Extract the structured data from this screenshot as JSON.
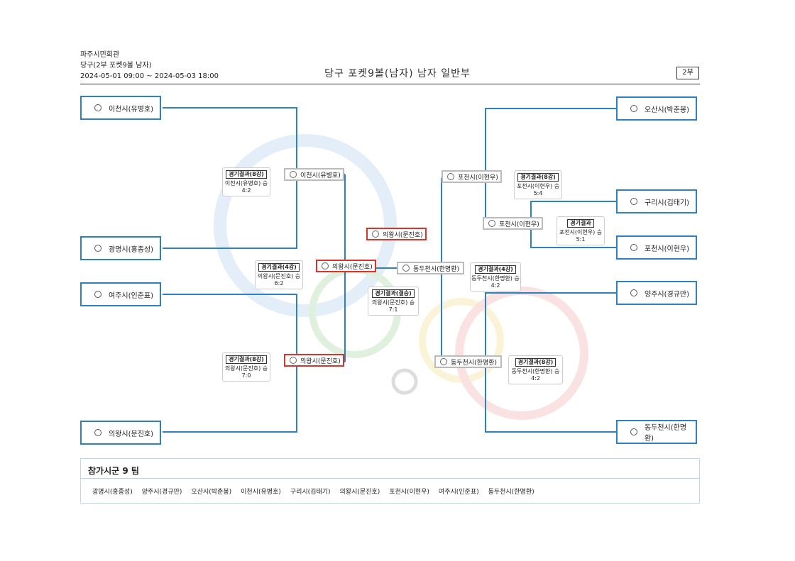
{
  "header": {
    "venue": "파주시민회관",
    "event": "당구(2부 포켓9볼 남자)",
    "dates": "2024-05-01 09:00 ~ 2024-05-03 18:00",
    "title": "당구 포켓9볼(남자) 남자 일반부",
    "part": "2부"
  },
  "teams": {
    "icheon": "이천시(유병호)",
    "gwangmyeong": "광명시(홍종성)",
    "yeoju": "여주시(인준표)",
    "uiwang": "의왕시(문진호)",
    "osan": "오산시(박춘봉)",
    "guri": "구리시(김태기)",
    "pocheon": "포천시(이현우)",
    "yangju": "양주시(경규만)",
    "dongducheon": "동두천시(한명환)"
  },
  "matches": {
    "icheon": "이천시(유병호)",
    "uiwang_r": "의왕시(문진호)",
    "uiwang_sf": "의왕시(문진호)",
    "uiwang_final": "의왕시(문진호)",
    "pocheon_r": "포천시(이현우)",
    "pocheon_q": "포천시(이현우)",
    "dongducheon_sf": "동두천시(한명환)",
    "dongducheon_q": "동두천시(한명환)"
  },
  "results": [
    {
      "title": "경기결과(8강)",
      "winner": "이천시(유병호) 승",
      "score": "4:2"
    },
    {
      "title": "경기결과(4강)",
      "winner": "의왕시(문진호) 승",
      "score": "6:2"
    },
    {
      "title": "경기결과(8강)",
      "winner": "의왕시(문진호) 승",
      "score": "7:0"
    },
    {
      "title": "경기결과(결승)",
      "winner": "의왕시(문진호) 승",
      "score": "7:1"
    },
    {
      "title": "경기결과(8강)",
      "winner": "포천시(이현우) 승",
      "score": "5:4"
    },
    {
      "title": "경기결과",
      "winner": "포천시(이현우) 승",
      "score": "5:1"
    },
    {
      "title": "경기결과(4강)",
      "winner": "동두천시(한명환) 승",
      "score": "4:2"
    },
    {
      "title": "경기결과(8강)",
      "winner": "동두천시(한명환) 승",
      "score": "4:2"
    }
  ],
  "participants": {
    "heading": "참가시군 9 팀",
    "list": [
      "광명시(홍종성)",
      "양주시(경규만)",
      "오산시(박춘봉)",
      "이천시(유병호)",
      "구리시(김태기)",
      "의왕시(문진호)",
      "포천시(이현우)",
      "여주시(인준표)",
      "동두천시(한명환)"
    ]
  },
  "colors": {
    "team_border": "#2f7fc4",
    "winner_border": "#d9342b",
    "match_border": "#bbbbbb",
    "line": "#2f7fc4"
  }
}
